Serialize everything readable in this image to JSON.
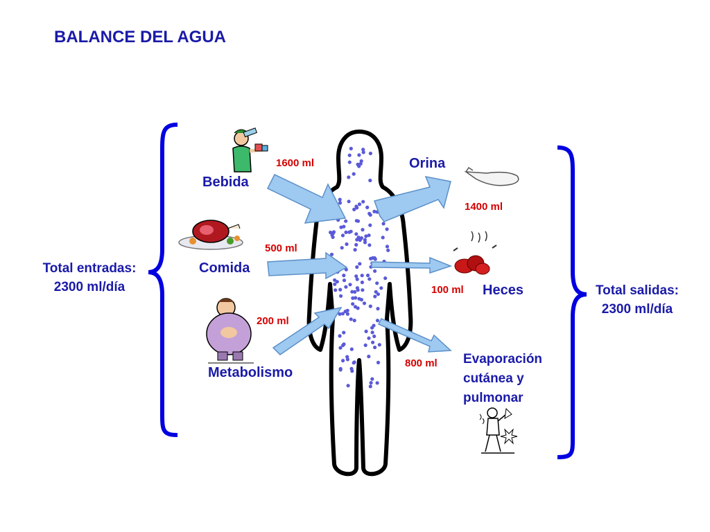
{
  "title": "BALANCE DEL AGUA",
  "inputs": {
    "total_line1": "Total entradas:",
    "total_line2": "2300 ml/día",
    "items": [
      {
        "label": "Bebida",
        "amount": "1600 ml",
        "icon": "drinking-person-icon"
      },
      {
        "label": "Comida",
        "amount": "500 ml",
        "icon": "roast-meat-icon"
      },
      {
        "label": "Metabolismo",
        "amount": "200 ml",
        "icon": "overweight-person-icon"
      }
    ]
  },
  "outputs": {
    "total_line1": "Total salidas:",
    "total_line2": "2300 ml/día",
    "items": [
      {
        "label": "Orina",
        "amount": "1400 ml",
        "icon": "urinal-icon"
      },
      {
        "label": "Heces",
        "amount": "100 ml",
        "icon": "feces-icon"
      },
      {
        "label_lines": [
          "Evaporación",
          "cutánea y",
          "pulmonar"
        ],
        "amount": "800 ml",
        "icon": "fanning-person-icon"
      }
    ]
  },
  "colors": {
    "title": "#1a1aa8",
    "amount": "#d40000",
    "bracket": "#0000e0",
    "arrow_fill": "#9ec9f0",
    "arrow_stroke": "#5a8fc8",
    "dots": "#5a5ad8"
  }
}
